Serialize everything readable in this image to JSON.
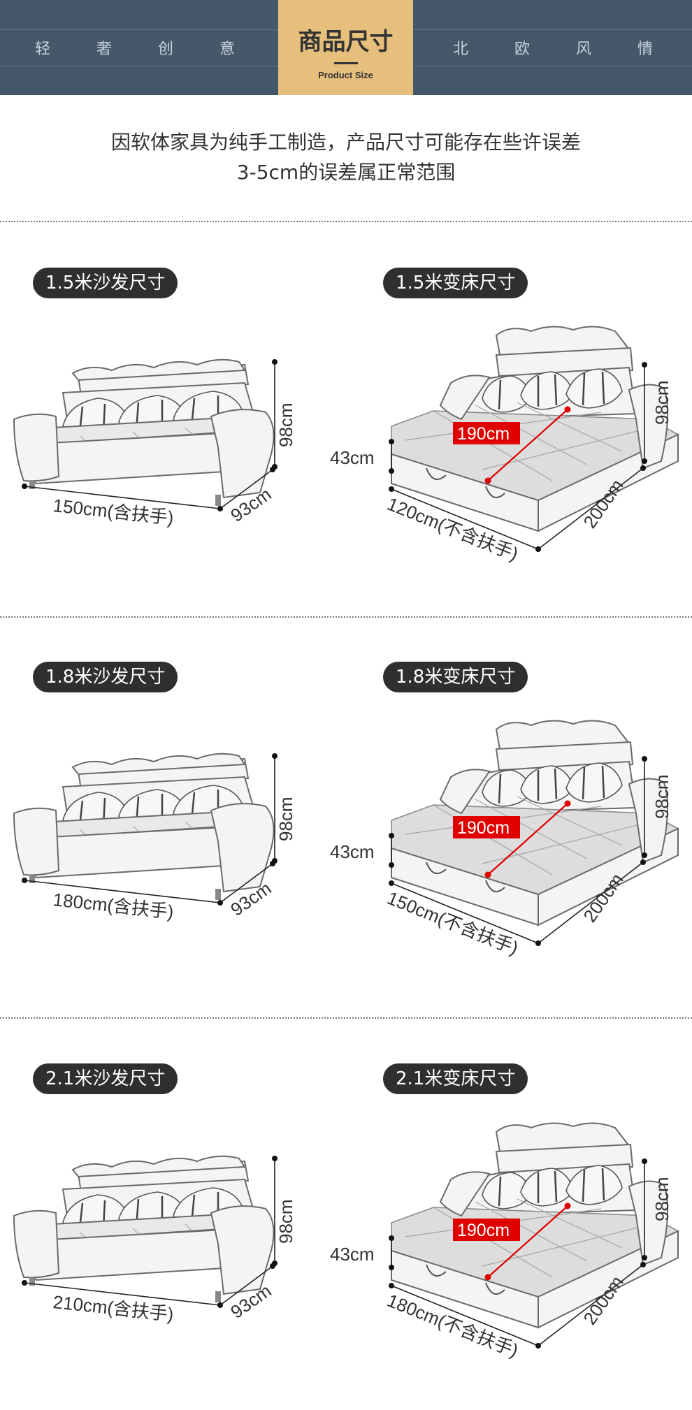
{
  "header": {
    "left_words": [
      "轻",
      "奢",
      "创",
      "意"
    ],
    "right_words": [
      "北",
      "欧",
      "风",
      "情"
    ],
    "title": "商品尺寸",
    "subtitle": "Product Size"
  },
  "intro": {
    "line1": "因软体家具为纯手工制造，产品尺寸可能存在些许误差",
    "line2": "3-5cm的误差属正常范围"
  },
  "sections": [
    {
      "sofa_label": "1.5米沙发尺寸",
      "bed_label": "1.5米变床尺寸",
      "sofa_width": "150cm(含扶手)",
      "sofa_depth": "93cm",
      "sofa_height": "98cm",
      "bed_seat_height": "43cm",
      "bed_length_label": "190cm",
      "bed_width": "120cm(不含扶手)",
      "bed_depth": "200cm",
      "bed_height": "98cm"
    },
    {
      "sofa_label": "1.8米沙发尺寸",
      "bed_label": "1.8米变床尺寸",
      "sofa_width": "180cm(含扶手)",
      "sofa_depth": "93cm",
      "sofa_height": "98cm",
      "bed_seat_height": "43cm",
      "bed_length_label": "190cm",
      "bed_width": "150cm(不含扶手)",
      "bed_depth": "200cm",
      "bed_height": "98cm"
    },
    {
      "sofa_label": "2.1米沙发尺寸",
      "bed_label": "2.1米变床尺寸",
      "sofa_width": "210cm(含扶手)",
      "sofa_depth": "93cm",
      "sofa_height": "98cm",
      "bed_seat_height": "43cm",
      "bed_length_label": "190cm",
      "bed_width": "180cm(不含扶手)",
      "bed_depth": "200cm",
      "bed_height": "98cm"
    }
  ],
  "colors": {
    "header_bg": "#44586a",
    "title_gold": "#e7bf7d",
    "pill_bg": "#2f2f2f",
    "accent_red": "#e00000"
  }
}
